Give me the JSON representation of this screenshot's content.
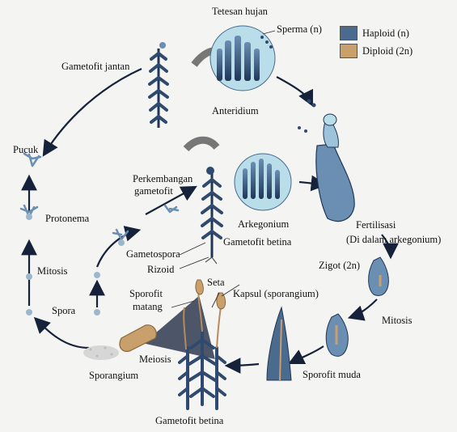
{
  "labels": {
    "tetesan_hujan": "Tetesan hujan",
    "sperma": "Sperma (n)",
    "gametofit_jantan": "Gametofit jantan",
    "anteridium": "Anteridium",
    "pucuk": "Pucuk",
    "perkembangan_gametofit_1": "Perkembangan",
    "perkembangan_gametofit_2": "gametofit",
    "protonema": "Protonema",
    "arkegonium": "Arkegonium",
    "gametofit_betina_upper": "Gametofit betina",
    "fertilisasi_1": "Fertilisasi",
    "fertilisasi_2": "(Di dalam arkegonium)",
    "gametospora": "Gametospora",
    "rizoid": "Rizoid",
    "mitosis_left": "Mitosis",
    "zigot": "Zigot (2n)",
    "sporofit_matang_1": "Sporofit",
    "sporofit_matang_2": "matang",
    "seta": "Seta",
    "kapsul": "Kapsul (sporangium)",
    "spora": "Spora",
    "mitosis_right": "Mitosis",
    "meiosis": "Meiosis",
    "sporangium": "Sporangium",
    "sporofit_muda": "Sporofit muda",
    "gametofit_betina_bottom": "Gametofit betina"
  },
  "legend": {
    "haploid": "Haploid (n)",
    "diploid": "Diploid (2n)",
    "haploid_color": "#4a6a8e",
    "diploid_color": "#c9a06c"
  },
  "colors": {
    "plant": "#2f4a6e",
    "bubble": "#b9dde9",
    "arrow": "#15223a",
    "brown": "#b68a5a"
  }
}
